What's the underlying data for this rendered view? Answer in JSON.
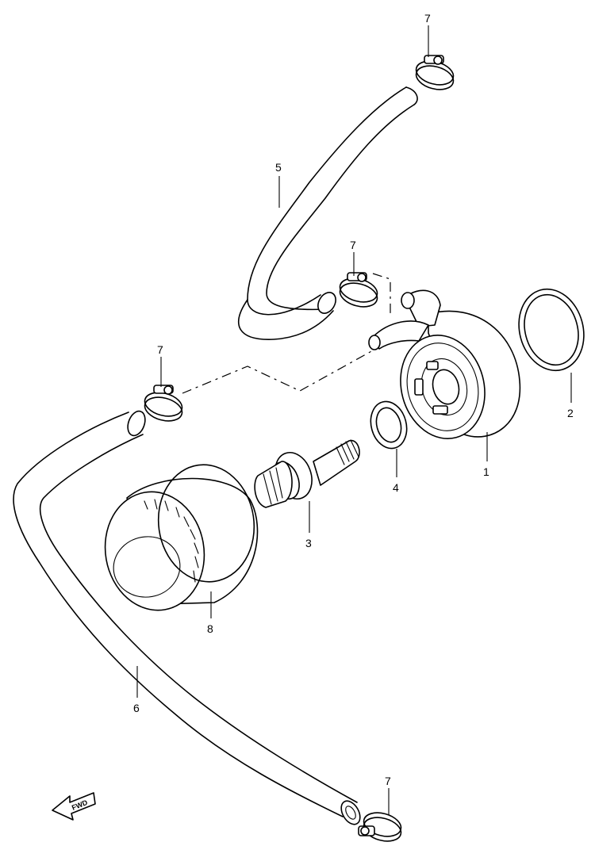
{
  "callouts": {
    "p1": "1",
    "p2": "2",
    "p3": "3",
    "p4": "4",
    "p5": "5",
    "p6": "6",
    "p7a": "7",
    "p7b": "7",
    "p7c": "7",
    "p7d": "7",
    "p8": "8"
  },
  "direction": {
    "label": "FWD"
  }
}
